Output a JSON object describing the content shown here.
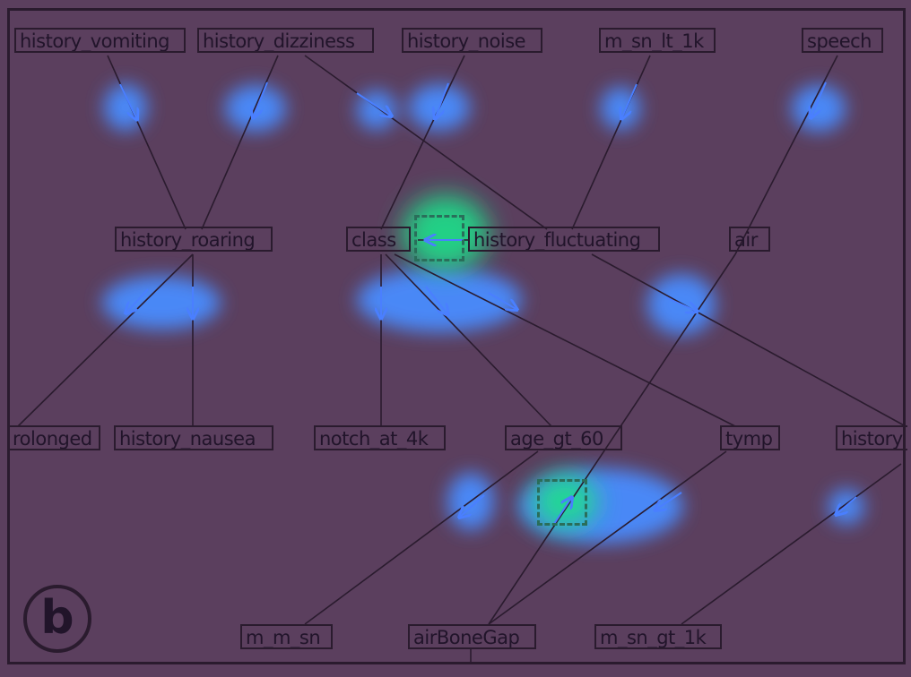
{
  "nodes": {
    "history_vomiting": "history_vomiting",
    "history_dizziness": "history_dizziness",
    "history_noise": "history_noise",
    "m_sn_lt_1k": "m_sn_lt_1k",
    "speech": "speech",
    "history_roaring": "history_roaring",
    "class": "class",
    "history_fluctuating": "history_fluctuating",
    "air": "air",
    "prolonged": "rolonged",
    "history_nausea": "history_nausea",
    "notch_at_4k": "notch_at_4k",
    "age_gt_60": "age_gt_60",
    "tymp": "tymp",
    "history_right": "history",
    "m_m_sn": "m_m_sn",
    "airBoneGap": "airBoneGap",
    "m_sn_gt_1k": "m_sn_gt_1k"
  },
  "panel_label": "b",
  "colors": {
    "background": "#5b3f5e",
    "stroke": "#2a1b2e",
    "arrow": "#4a7fff",
    "heat_high": "#1fe08a",
    "heat_low": "#4a8cff"
  }
}
